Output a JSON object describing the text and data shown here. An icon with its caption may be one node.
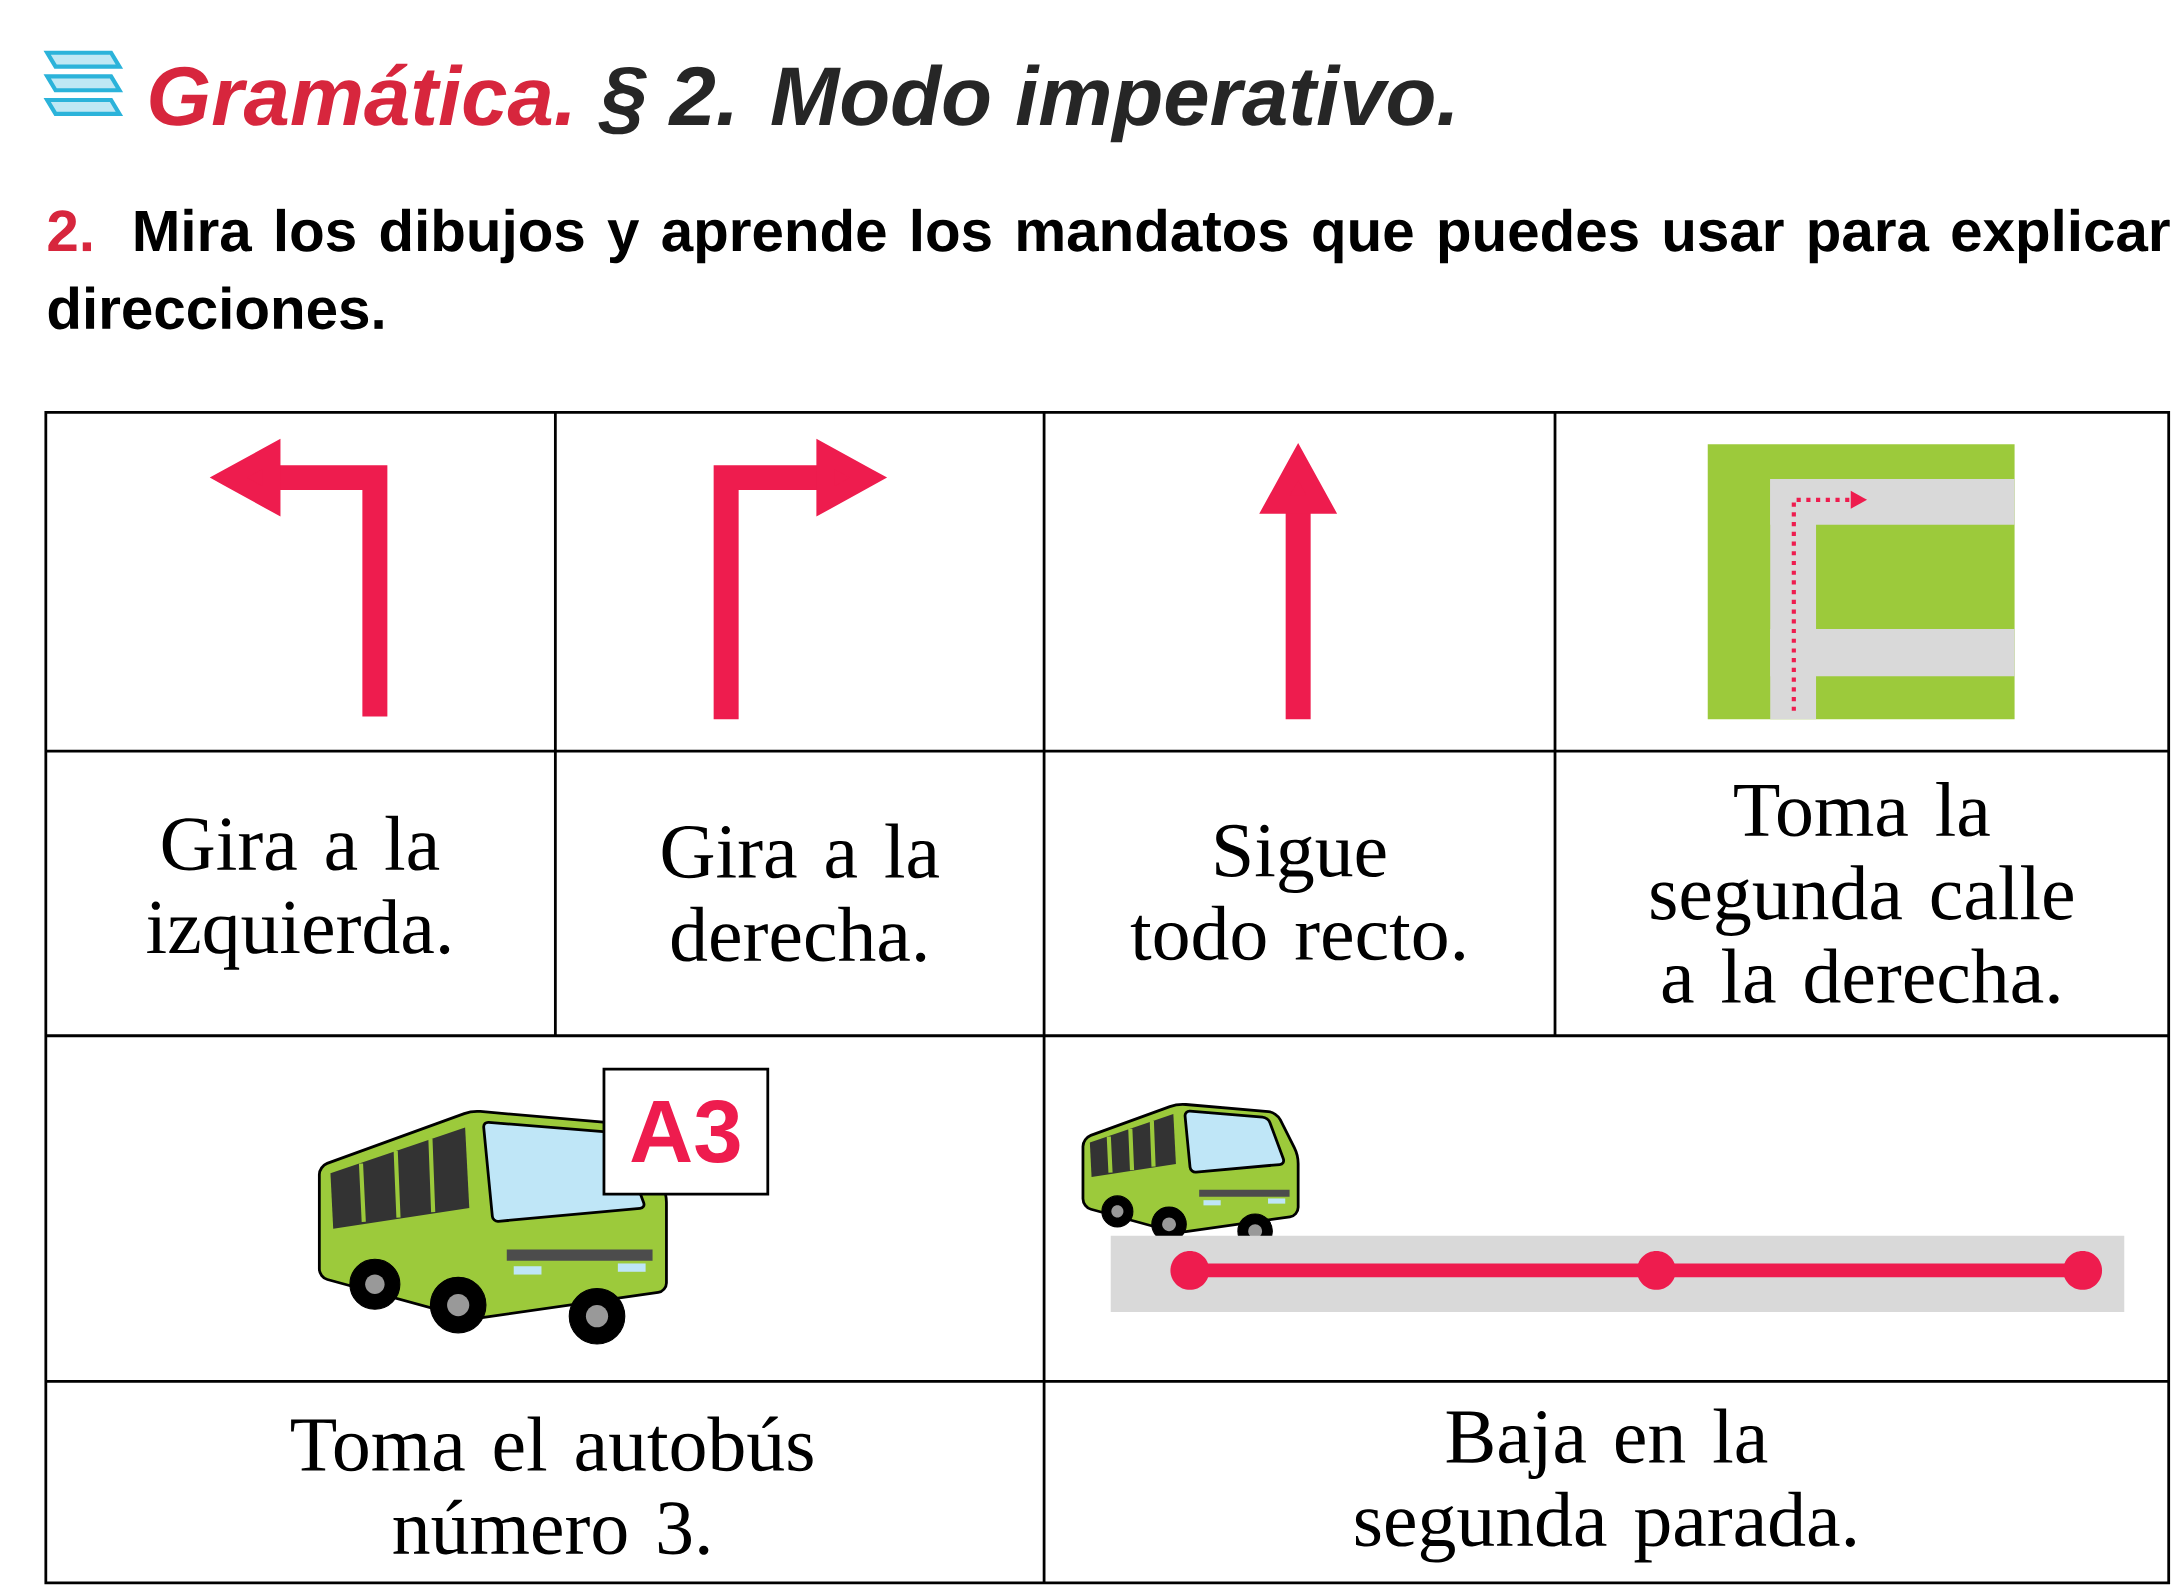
{
  "diagram": {
    "labels": [
      "Gramática.",
      "§ 2. Modo imperativo.",
      "2.",
      "Mira los dibujos y aprende los mandatos que puedes usar para explicar direcciones.",
      "Gira a la izquierda.",
      "Gira a la derecha.",
      "Sigue todo recto.",
      "Toma la segunda calle a la derecha.",
      "A3",
      "Toma el autobús número 3.",
      "Baja en la segunda parada."
    ]
  }
}
